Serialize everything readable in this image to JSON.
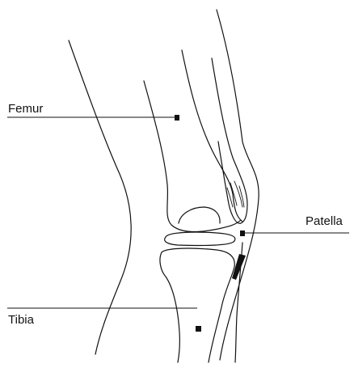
{
  "labels": {
    "femur": "Femur",
    "patella": "Patella",
    "tibia": "Tibia"
  },
  "colors": {
    "line": "#111111",
    "background": "#ffffff"
  }
}
